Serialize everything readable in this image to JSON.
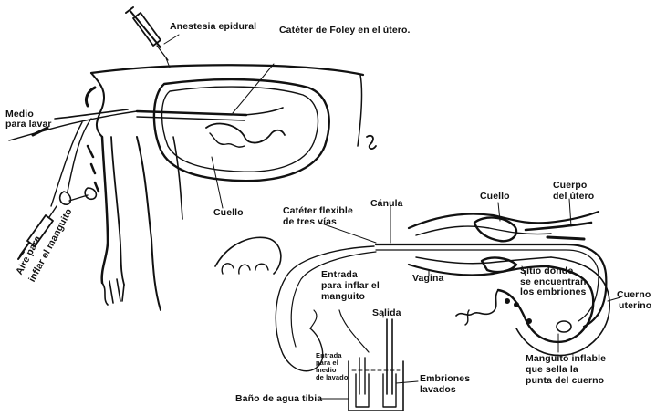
{
  "labels": {
    "anestesia": "Anestesia epidural",
    "foley": "Catéter de Foley en el útero.",
    "medio_lavar_1": "Medio",
    "medio_lavar_2": "para lavar",
    "aire_1": "Aire para",
    "aire_2": "inflar el manguito",
    "cuello_left": "Cuello",
    "cateter_flexible_1": "Catéter flexible",
    "cateter_flexible_2": "de tres vías",
    "canula": "Cánula",
    "cuello_right": "Cuello",
    "cuerpo_1": "Cuerpo",
    "cuerpo_2": "del útero",
    "vagina": "Vagina",
    "sitio_1": "Sitio donde",
    "sitio_2": "se encuentran",
    "sitio_3": "los embriones",
    "cuerno_1": "Cuerno",
    "cuerno_2": "uterino",
    "entrada_1": "Entrada",
    "entrada_2": "para inflar el",
    "entrada_3": "manguito",
    "salida": "Salida",
    "entrada_medio_1": "Entrada",
    "entrada_medio_2": "para el",
    "entrada_medio_3": "medio",
    "entrada_medio_4": "de lavado",
    "embriones_1": "Embriones",
    "embriones_2": "lavados",
    "bano": "Baño de agua tibia",
    "manguito_1": "Manguito inflable",
    "manguito_2": "que sella la",
    "manguito_3": "punta del cuerno"
  }
}
